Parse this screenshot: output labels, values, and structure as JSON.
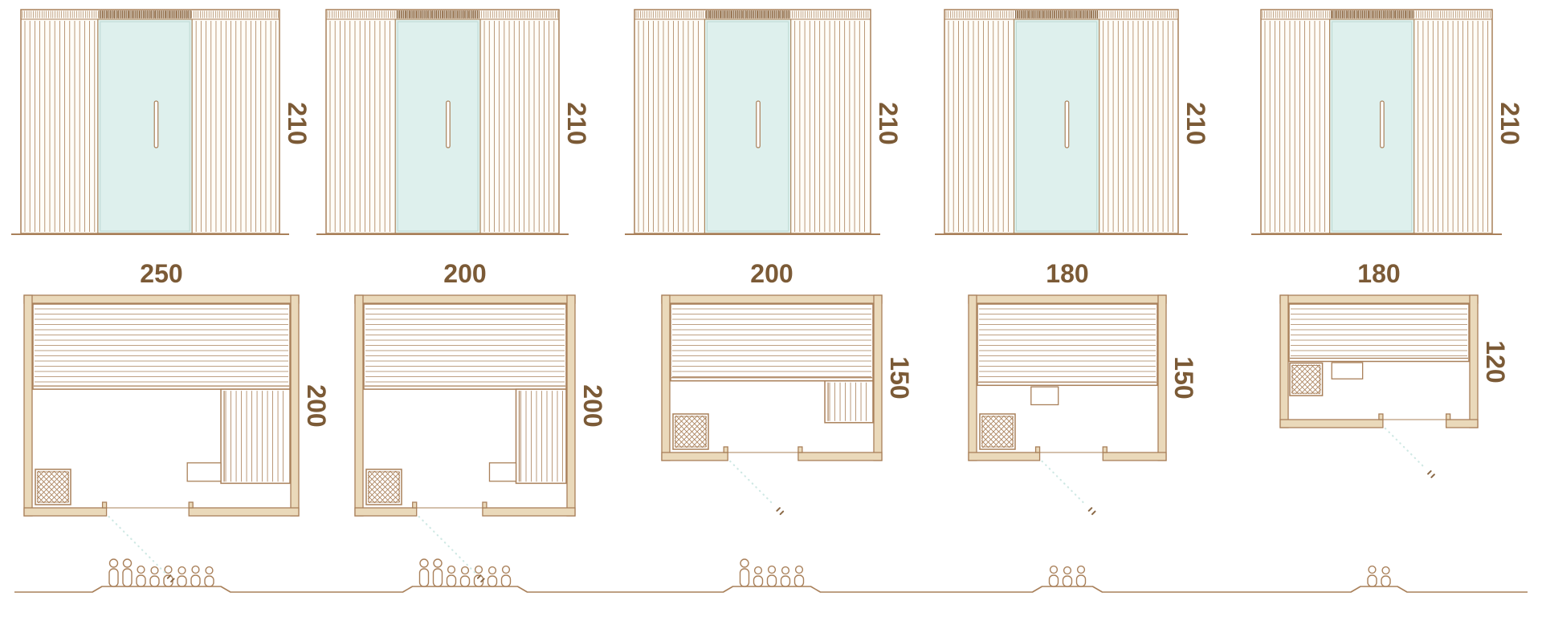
{
  "diagram": {
    "subject": "sauna size chart",
    "views": [
      "front-elevation",
      "floor-plan",
      "capacity-figures"
    ]
  },
  "colors": {
    "wood": "#a9805a",
    "wood_dark": "#8a6845",
    "wall": "#ead9ba",
    "glass": "#def0ed",
    "glass_stroke": "#bcd9d4",
    "swing": "#cfe8e4",
    "label": "#7b5a36"
  },
  "saunas": [
    {
      "name": "sauna-250x200",
      "height_cm": "210",
      "width_cm": "250",
      "depth_cm": "200",
      "capacity": 8
    },
    {
      "name": "sauna-200x200",
      "height_cm": "210",
      "width_cm": "200",
      "depth_cm": "200",
      "capacity": 7
    },
    {
      "name": "sauna-200x150",
      "height_cm": "210",
      "width_cm": "200",
      "depth_cm": "150",
      "capacity": 5
    },
    {
      "name": "sauna-180x150",
      "height_cm": "210",
      "width_cm": "180",
      "depth_cm": "150",
      "capacity": 3
    },
    {
      "name": "sauna-180x120",
      "height_cm": "210",
      "width_cm": "180",
      "depth_cm": "120",
      "capacity": 2
    }
  ]
}
